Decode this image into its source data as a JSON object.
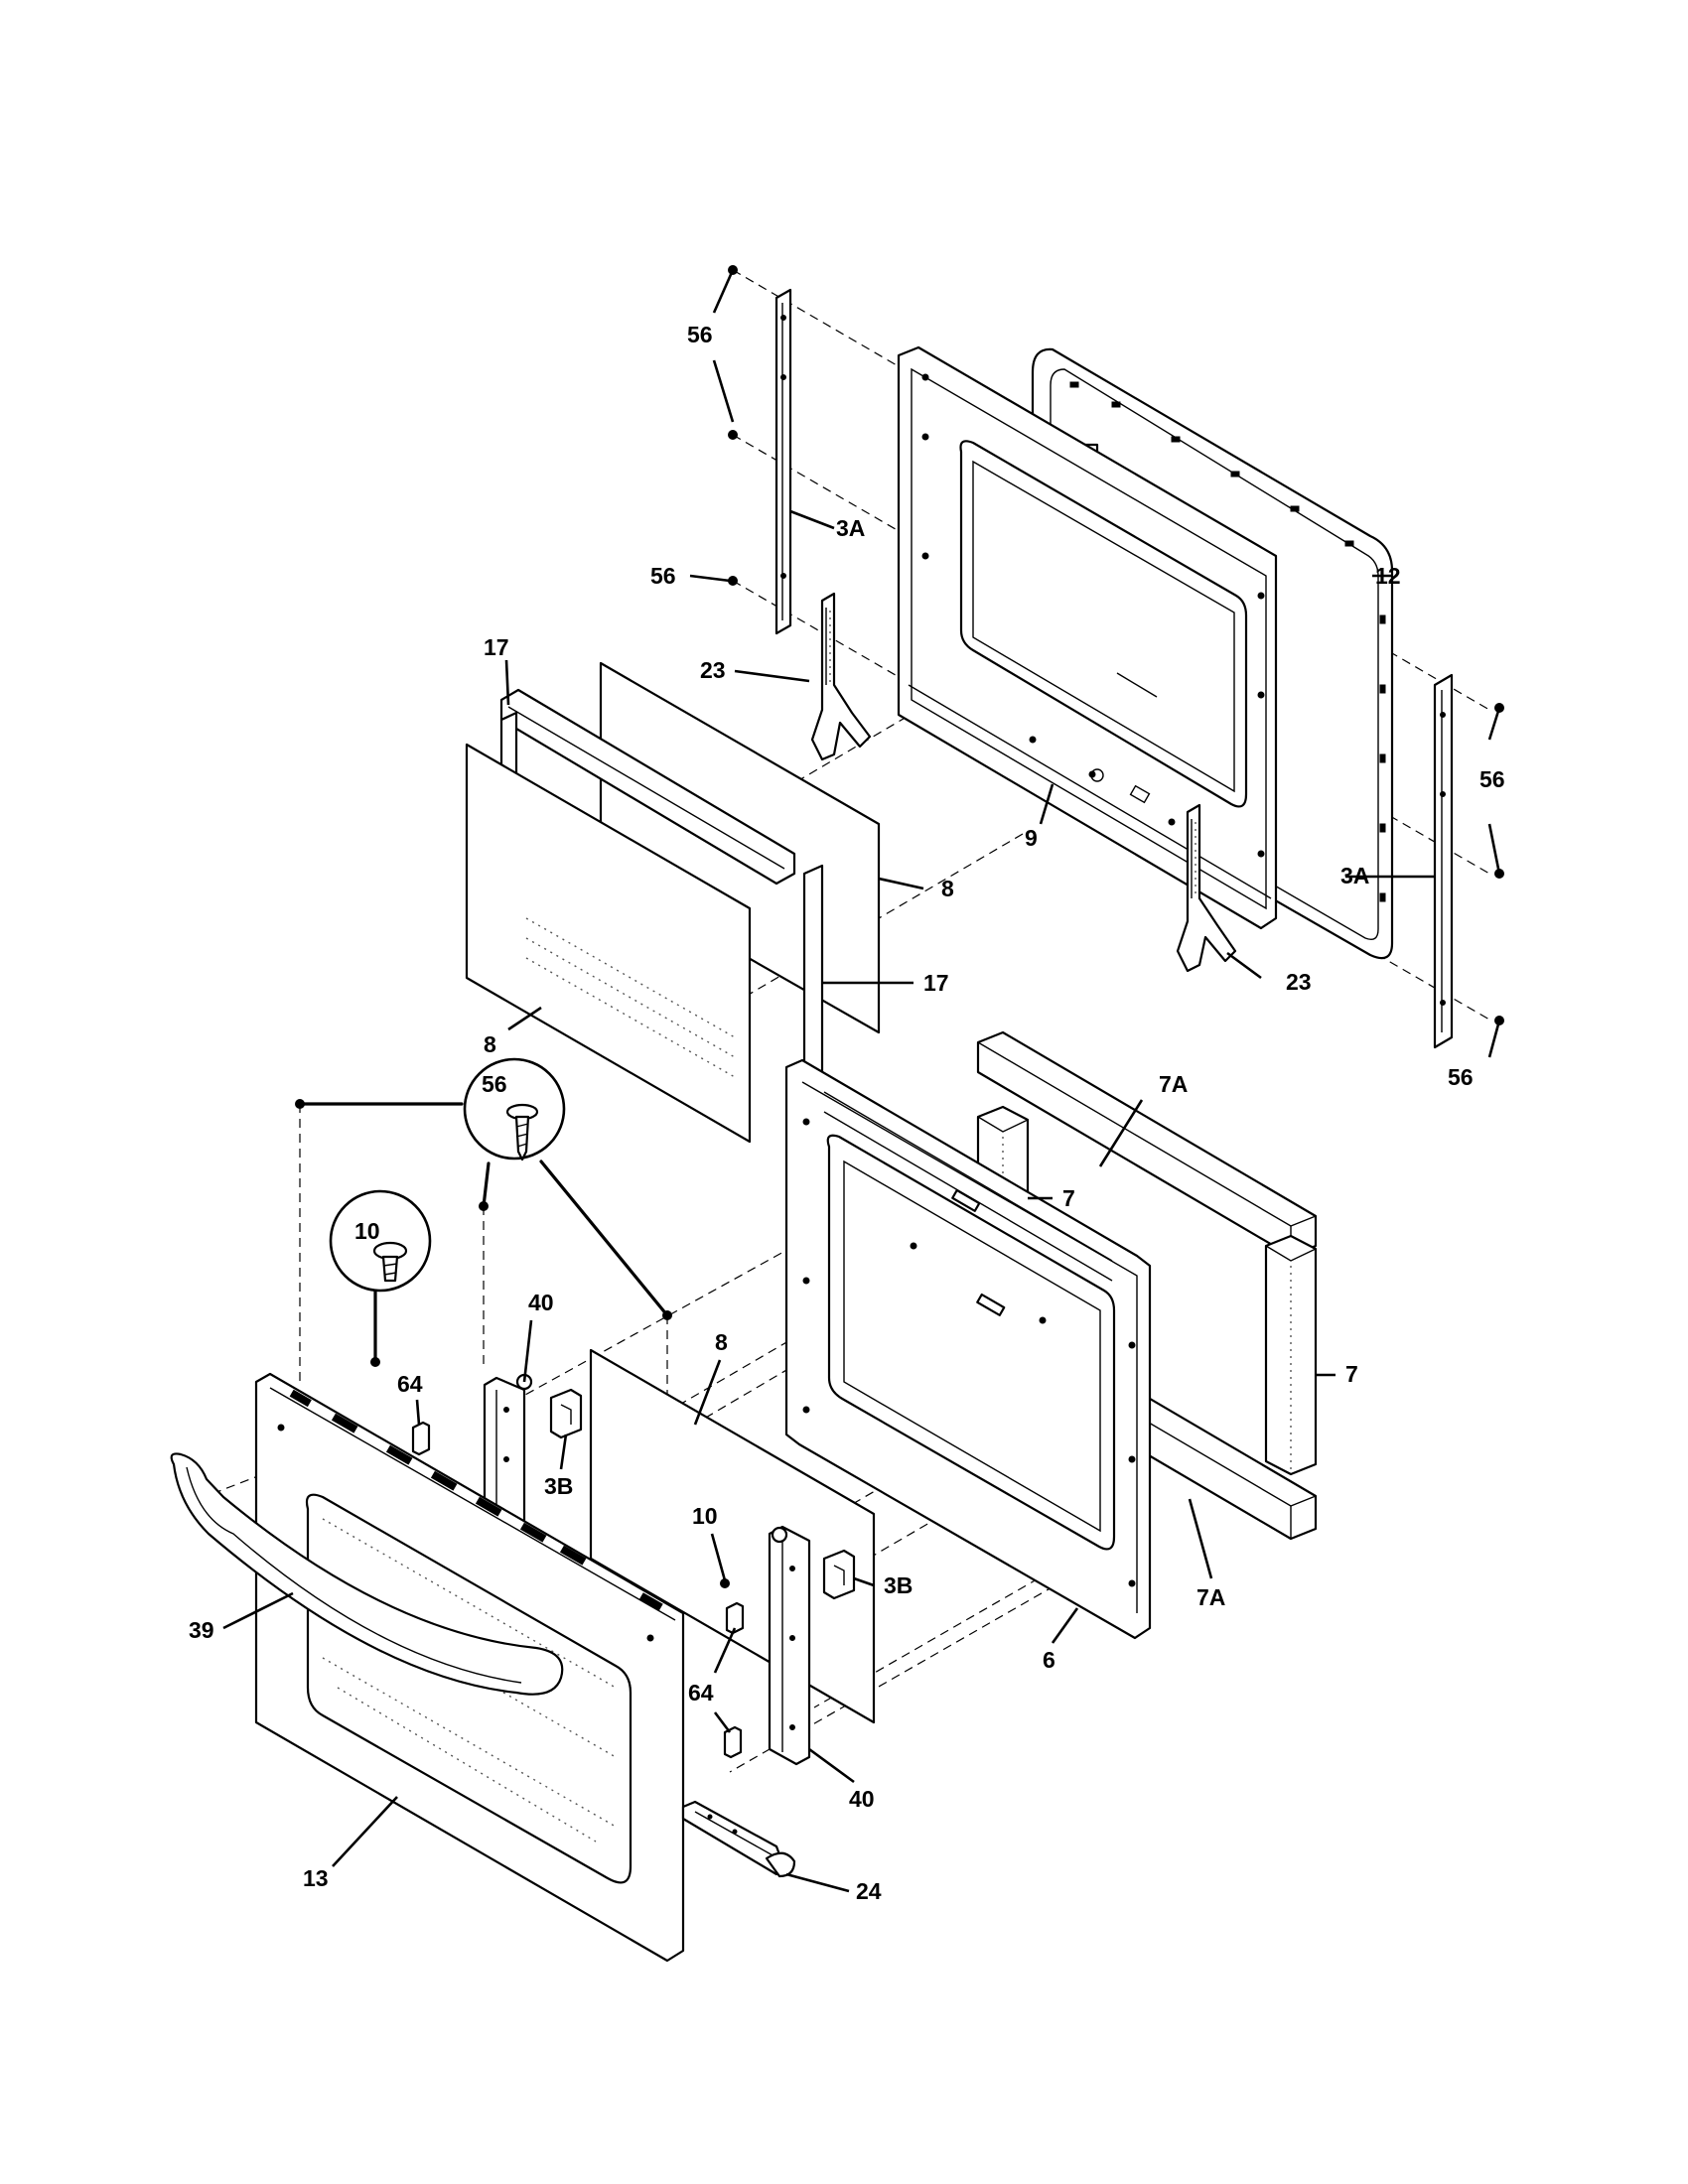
{
  "diagram": {
    "labels": {
      "p56_top": "56",
      "p3a_left": "3A",
      "p56_mid": "56",
      "p12": "12",
      "p23_left": "23",
      "p17_top": "17",
      "p9": "9",
      "p56_right_top": "56",
      "p3a_right": "3A",
      "p8_mid": "8",
      "p17_right": "17",
      "p23_right": "23",
      "p8_left": "8",
      "p56_right_bottom": "56",
      "p7a_top": "7A",
      "p56_callout": "56",
      "p7_top": "7",
      "p10_callout": "10",
      "p40_top": "40",
      "p8_lower": "8",
      "p7_right": "7",
      "p64_top": "64",
      "p3b_left": "3B",
      "p10_lower": "10",
      "p3b_right": "3B",
      "p7a_bottom": "7A",
      "p39": "39",
      "p6": "6",
      "p64_bottom": "64",
      "p40_bottom": "40",
      "p13": "13",
      "p24": "24"
    }
  }
}
